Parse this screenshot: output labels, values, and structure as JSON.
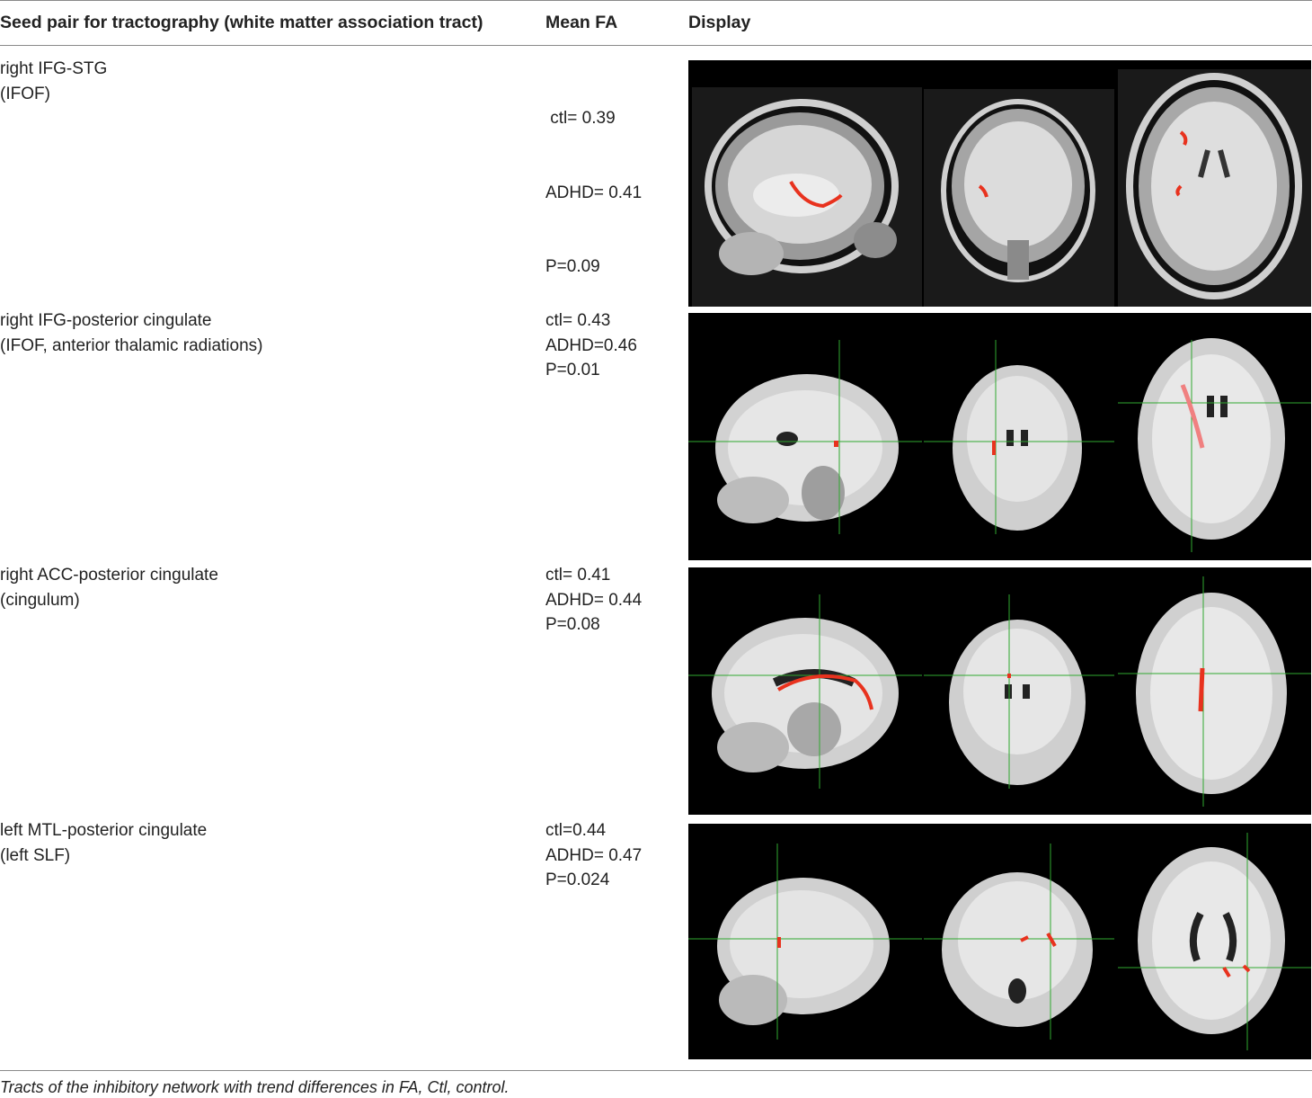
{
  "header": {
    "col1": "Seed pair for tractography (white matter association tract)",
    "col2": "Mean FA",
    "col3": "Display"
  },
  "rows": [
    {
      "seed_line1": "right IFG-STG",
      "seed_line2": "(IFOF)",
      "fa_ctl": " ctl= 0.39",
      "fa_adhd": "ADHD= 0.41",
      "fa_p": "P=0.09",
      "display": "sagittal, coronal and axial T1 brain slices with red tract overlay"
    },
    {
      "seed_line1": "right IFG-posterior cingulate",
      "seed_line2": "(IFOF, anterior thalamic radiations)",
      "fa_ctl": "ctl= 0.43",
      "fa_adhd": "ADHD=0.46",
      "fa_p": "P=0.01",
      "display": "sagittal, coronal and axial brain slices with green crosshairs and red tract overlay"
    },
    {
      "seed_line1": "right ACC-posterior cingulate",
      "seed_line2": "(cingulum)",
      "fa_ctl": "ctl= 0.41",
      "fa_adhd": "ADHD= 0.44",
      "fa_p": "P=0.08",
      "display": "sagittal, coronal and axial brain slices with green crosshairs and red cingulum overlay"
    },
    {
      "seed_line1": "left MTL-posterior cingulate",
      "seed_line2": "(left SLF)",
      "fa_ctl": "ctl=0.44",
      "fa_adhd": "ADHD= 0.47",
      "fa_p": "P=0.024",
      "display": "sagittal, coronal and axial brain slices with green crosshairs and red tract overlay"
    }
  ],
  "caption": "Tracts of the inhibitory network with trend differences in FA, Ctl, control.",
  "colors": {
    "tract": "#e8321e",
    "crosshair": "#2fa82f",
    "panel_bg": "#000000",
    "rule": "#8a8a8a"
  }
}
